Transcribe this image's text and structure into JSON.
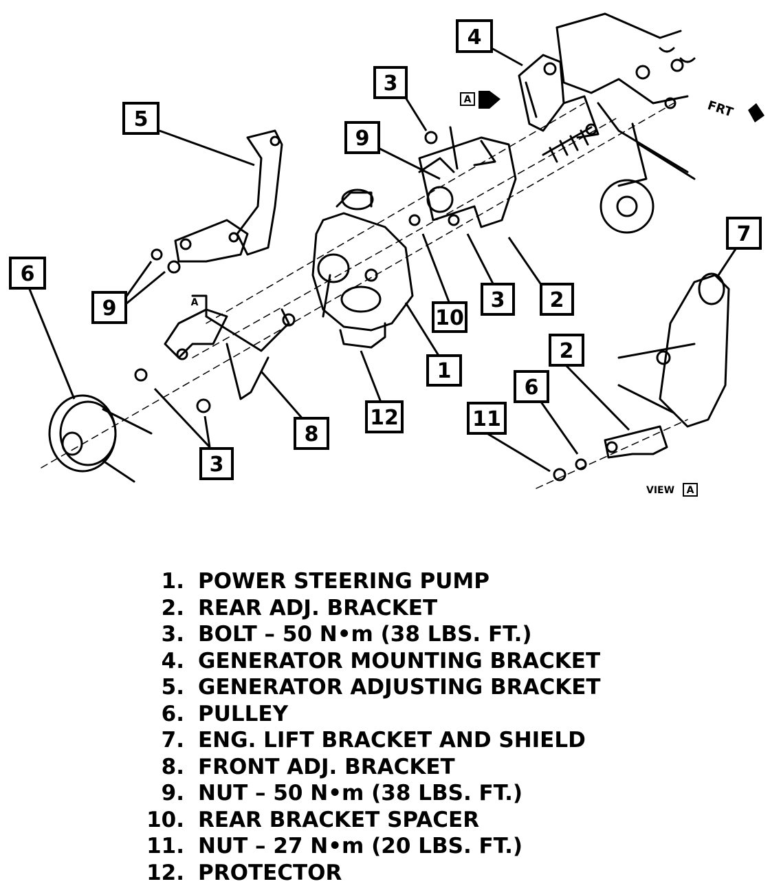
{
  "diagram": {
    "view_label": "VIEW",
    "view_letter": "A",
    "frt_label": "FRT",
    "callouts": [
      "4",
      "3",
      "5",
      "9",
      "6",
      "9",
      "10",
      "3",
      "2",
      "7",
      "1",
      "2",
      "6",
      "11",
      "12",
      "8",
      "3"
    ],
    "small_labels": [
      "A",
      "A",
      "A"
    ]
  },
  "legend": [
    {
      "num": "1.",
      "text": "POWER STEERING PUMP"
    },
    {
      "num": "2.",
      "text": "REAR ADJ. BRACKET"
    },
    {
      "num": "3.",
      "text": "BOLT – 50 N•m (38 LBS. FT.)"
    },
    {
      "num": "4.",
      "text": "GENERATOR MOUNTING BRACKET"
    },
    {
      "num": "5.",
      "text": "GENERATOR ADJUSTING BRACKET"
    },
    {
      "num": "6.",
      "text": "PULLEY"
    },
    {
      "num": "7.",
      "text": "ENG. LIFT BRACKET AND SHIELD"
    },
    {
      "num": "8.",
      "text": "FRONT ADJ. BRACKET"
    },
    {
      "num": "9.",
      "text": "NUT – 50 N•m (38 LBS. FT.)"
    },
    {
      "num": "10.",
      "text": "REAR BRACKET SPACER"
    },
    {
      "num": "11.",
      "text": "NUT – 27 N•m (20 LBS. FT.)"
    },
    {
      "num": "12.",
      "text": "PROTECTOR"
    }
  ]
}
